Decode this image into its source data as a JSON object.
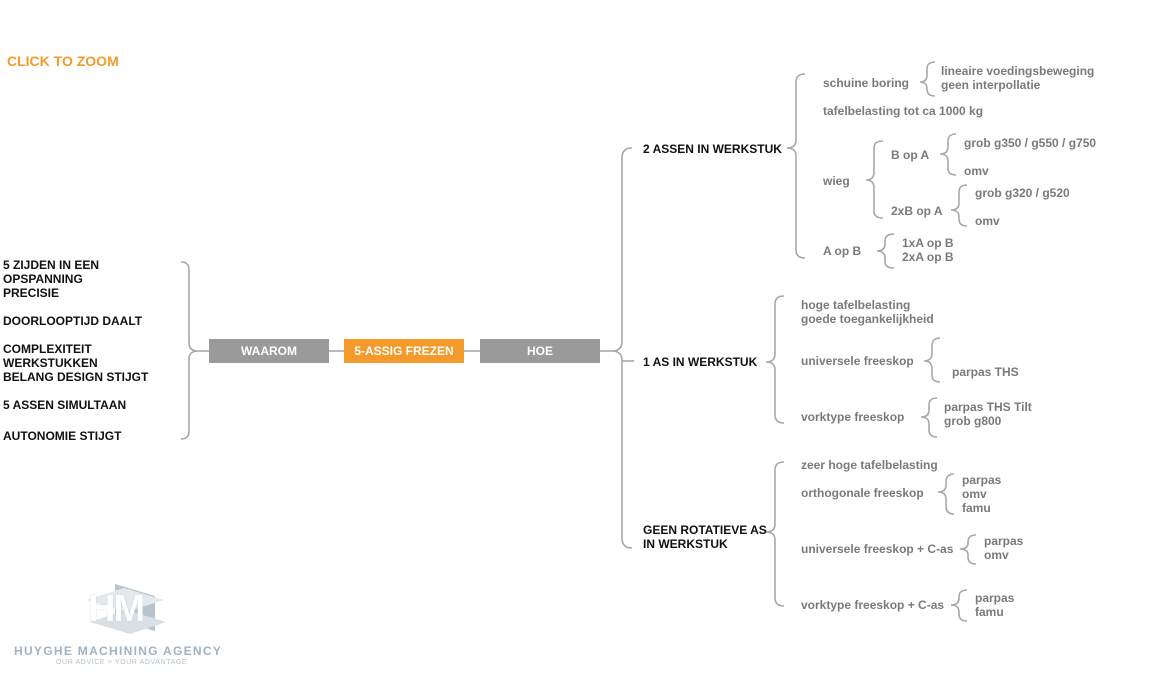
{
  "zoom_label": "CLICK TO ZOOM",
  "left_list": {
    "item1": [
      "5 ZIJDEN IN EEN",
      "OPSPANNING",
      "PRECISIE"
    ],
    "item2": "DOORLOOPTIJD DAALT",
    "item3": [
      "COMPLEXITEIT",
      "WERKSTUKKEN",
      "BELANG DESIGN  STIJGT"
    ],
    "item4": "5 ASSEN SIMULTAAN",
    "item5": "AUTONOMIE STIJGT"
  },
  "boxes": {
    "waarom": "WAAROM",
    "center": "5-ASSIG FREZEN",
    "hoe": "HOE"
  },
  "branches": {
    "two_axes": {
      "label": "2 ASSEN IN WERKSTUK",
      "schuine_boring": "schuine boring",
      "schuine_items": [
        "lineaire voedingsbeweging",
        "geen interpollatie"
      ],
      "tafelbelasting": "tafelbelasting tot ca 1000 kg",
      "wieg": "wieg",
      "b_op_a": "B op A",
      "b_op_a_items": [
        "grob g350 / g550 / g750",
        "omv"
      ],
      "twoxb_op_a": "2xB op A",
      "twoxb_op_a_items": [
        "grob g320 / g520",
        "omv"
      ],
      "a_op_b": "A op B",
      "a_op_b_items": [
        "1xA op B",
        "2xA op B"
      ]
    },
    "one_axis": {
      "label": "1 AS IN WERKSTUK",
      "hoge": [
        "hoge tafelbelasting",
        "goede toegankelijkheid"
      ],
      "universele": "universele freeskop",
      "universele_items": [
        "parpas THS"
      ],
      "vorktype": "vorktype freeskop",
      "vorktype_items": [
        "parpas THS Tilt",
        "grob g800"
      ]
    },
    "no_rotary": {
      "label": [
        "GEEN ROTATIEVE AS",
        "IN WERKSTUK"
      ],
      "zeer_hoge": "zeer hoge tafelbelasting",
      "orthogonale": "orthogonale freeskop",
      "orthogonale_items": [
        "parpas",
        "omv",
        "famu"
      ],
      "universele_c": "universele freeskop + C-as",
      "universele_c_items": [
        "parpas",
        "omv"
      ],
      "vorktype_c": "vorktype freeskop + C-as",
      "vorktype_c_items": [
        "parpas",
        "famu"
      ]
    }
  },
  "logo": {
    "mark": "HM",
    "name": "HUYGHE MACHINING AGENCY",
    "tagline": "OUR ADVICE > YOUR ADVANTAGE"
  },
  "colors": {
    "accent": "#f39a2b",
    "box_grey": "#9a9a9a",
    "line": "#a8a8a8",
    "logo": "#9fb3c4"
  }
}
